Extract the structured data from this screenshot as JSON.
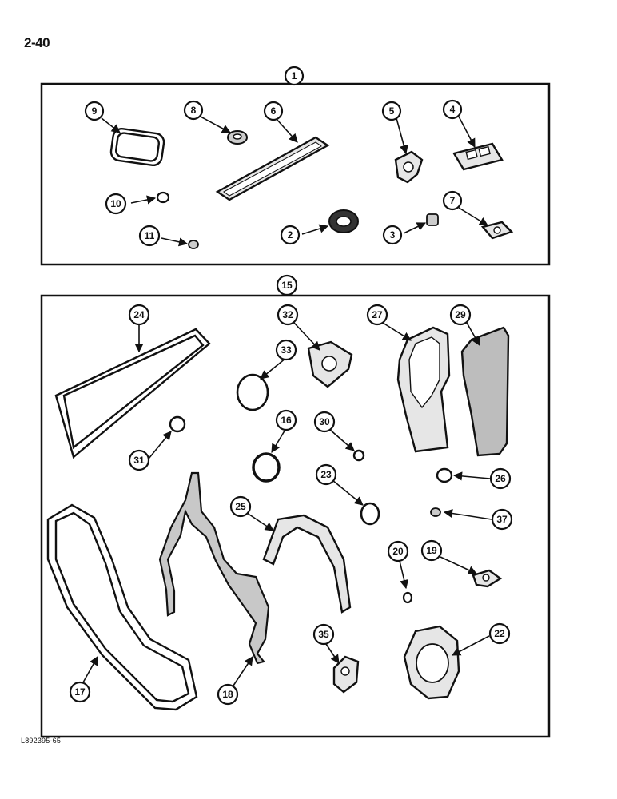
{
  "page_number": "2-40",
  "figure_ref": "L892395-65",
  "kits": [
    {
      "label": "1",
      "parts": [
        "9",
        "8",
        "6",
        "5",
        "4",
        "10",
        "7",
        "11",
        "2",
        "3"
      ]
    },
    {
      "label": "15",
      "parts": [
        "24",
        "32",
        "27",
        "29",
        "33",
        "16",
        "30",
        "31",
        "26",
        "23",
        "25",
        "37",
        "20",
        "19",
        "35",
        "22",
        "17",
        "18"
      ]
    }
  ]
}
